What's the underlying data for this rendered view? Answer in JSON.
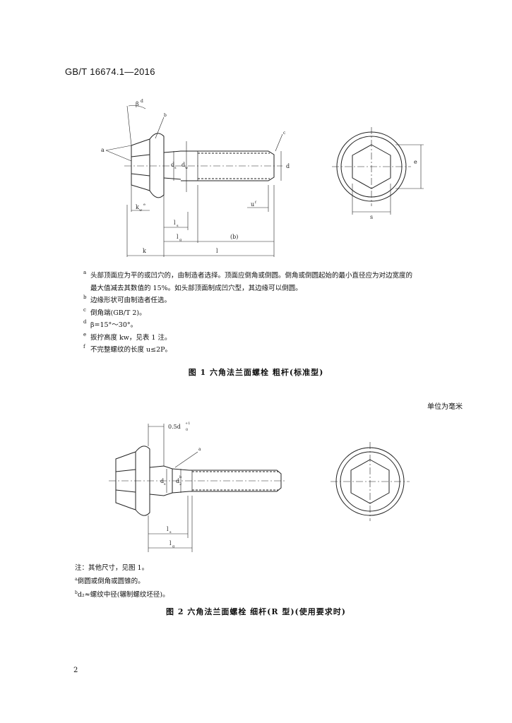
{
  "header": {
    "standard_no": "GB/T 16674.1—2016"
  },
  "figure1": {
    "labels": {
      "a": "a",
      "b": "b",
      "c": "c",
      "f": "f",
      "e": "e",
      "beta": "β",
      "beta_sup": "d",
      "ds": "d",
      "ds_sub": "s",
      "dw": "d",
      "dw_sub": "w",
      "kw": "k",
      "kw_sub": "w",
      "kw_sup": "e",
      "u": "u",
      "u_sup": "f",
      "ls": "l",
      "ls_sub": "s",
      "lg": "l",
      "lg_sub": "g",
      "b_dim": "(b)",
      "k": "k",
      "l": "l"
    },
    "notes": [
      {
        "mark": "a",
        "lines": [
          "头部顶面应为平的或凹穴的，由制造者选择。顶面应倒角或倒圆。倒角或倒圆起始的最小直径应为对边宽度的",
          "最大值减去其数值的 15%。如头部顶面制成凹穴型，其边缘可以倒圆。"
        ]
      },
      {
        "mark": "b",
        "lines": [
          "边缘形状可由制造者任选。"
        ]
      },
      {
        "mark": "c",
        "lines": [
          "倒角端(GB/T 2)。"
        ]
      },
      {
        "mark": "d",
        "lines": [
          "β=15°～30°。"
        ]
      },
      {
        "mark": "e",
        "lines": [
          "扳拧高度 kw，见表 1 注。"
        ]
      },
      {
        "mark": "f",
        "lines": [
          "不完整螺纹的长度 u≤2P。"
        ]
      }
    ],
    "caption": "图 1   六角法兰面螺栓   粗杆(标准型)"
  },
  "unit_note": "单位为毫米",
  "figure2": {
    "labels": {
      "half_d": "0.5d",
      "half_d_sup": "+1",
      "half_d_sub": "0",
      "a": "a",
      "ds": "d",
      "ds_sub": "s",
      "d2": "d",
      "d2_sub": "2",
      "d2_sup": "b",
      "ls": "l",
      "ls_sub": "s",
      "lg": "l",
      "lg_sub": "g"
    },
    "notes": [
      "注：其他尺寸，见图 1。",
      "倒圆或倒角或圆锥的。",
      "d₂≈螺纹中径(辗制螺纹坯径)。"
    ],
    "note_marks": [
      "",
      "a",
      "b"
    ],
    "caption": "图 2   六角法兰面螺栓   细杆(R 型)(使用要求时)"
  },
  "page_number": "2"
}
